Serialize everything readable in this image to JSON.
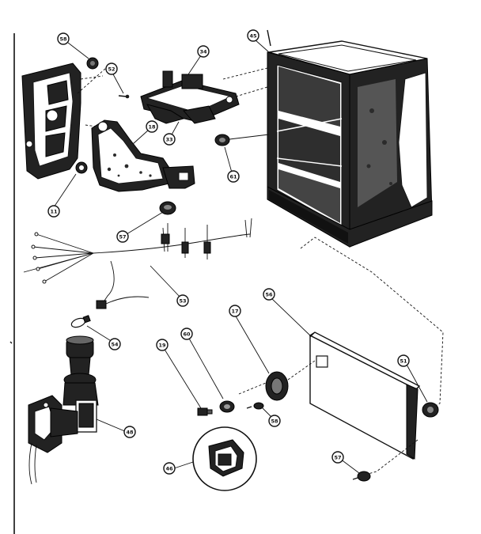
{
  "diagram": {
    "callouts": [
      {
        "id": "c-top-knob",
        "label": "58"
      },
      {
        "id": "c-screw-top",
        "label": "52"
      },
      {
        "id": "c-control-panel",
        "label": "11"
      },
      {
        "id": "c-bracket",
        "label": "18"
      },
      {
        "id": "c-relay-top",
        "label": "34"
      },
      {
        "id": "c-relay-bottom",
        "label": "33"
      },
      {
        "id": "c-cabinet",
        "label": "45"
      },
      {
        "id": "c-cabinet-plug",
        "label": "61"
      },
      {
        "id": "c-knob",
        "label": "57"
      },
      {
        "id": "c-harness",
        "label": "53"
      },
      {
        "id": "c-bulb",
        "label": "54"
      },
      {
        "id": "c-burner",
        "label": "48"
      },
      {
        "id": "c-pin",
        "label": "19"
      },
      {
        "id": "c-grommet",
        "label": "60"
      },
      {
        "id": "c-vent",
        "label": "17"
      },
      {
        "id": "c-panel",
        "label": "56"
      },
      {
        "id": "c-panel-screw",
        "label": "58"
      },
      {
        "id": "c-panel-nut",
        "label": "51"
      },
      {
        "id": "c-foot",
        "label": "57"
      },
      {
        "id": "c-inset",
        "label": "46"
      }
    ]
  }
}
